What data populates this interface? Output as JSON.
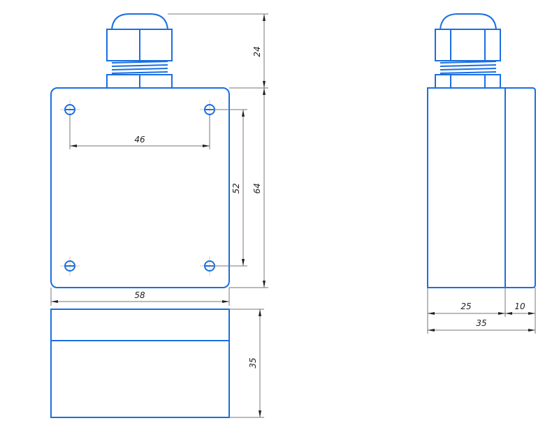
{
  "dimensions": {
    "gland_height": "24",
    "body_height": "64",
    "hole_spacing_vertical": "52",
    "hole_spacing_horizontal": "46",
    "body_width": "58",
    "depth_bottom_view": "35",
    "side_main_depth": "25",
    "side_lid_depth": "10",
    "side_total_depth": "35"
  },
  "colors": {
    "outline": "#1a6fe0",
    "dimension": "#777777"
  }
}
